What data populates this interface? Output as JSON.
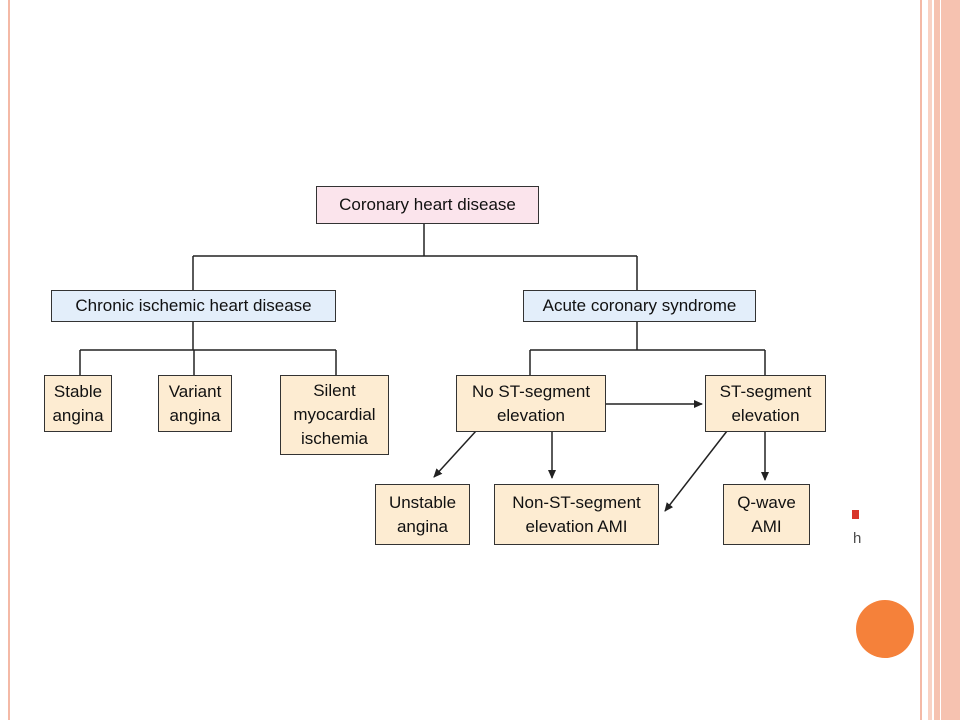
{
  "diagram": {
    "nodes": {
      "root": "Coronary heart disease",
      "chronic": "Chronic ischemic heart disease",
      "acute": "Acute coronary syndrome",
      "stable": "Stable\nangina",
      "variant": "Variant\nangina",
      "silent": "Silent\nmyocardial\nischemia",
      "no_st": "No ST-segment\nelevation",
      "st": "ST-segment\nelevation",
      "unstable": "Unstable\nangina",
      "nstemi": "Non-ST-segment\nelevation AMI",
      "qwave": "Q-wave\nAMI"
    },
    "stray_glyph": "h"
  },
  "colors": {
    "root_fill": "#fbe4ec",
    "category_fill": "#e3eefa",
    "leaf_fill": "#fdecd2",
    "accent": "#f5813a",
    "frame": "#f4b9a6"
  }
}
